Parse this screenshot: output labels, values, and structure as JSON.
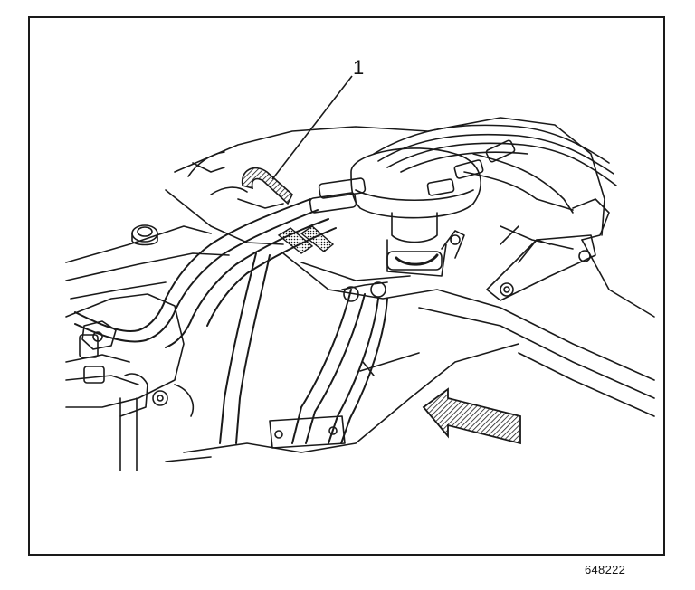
{
  "diagram": {
    "callout_label": "1",
    "figure_id": "648222",
    "parts": [
      "fuel-rail-feed-line",
      "distributor-cap",
      "spark-plug-wires",
      "crossover-hose",
      "harness-clips",
      "direction-arrow"
    ],
    "colors": {
      "ink": "#1a1a1a",
      "hatch": "#555555",
      "paper": "#ffffff"
    }
  }
}
